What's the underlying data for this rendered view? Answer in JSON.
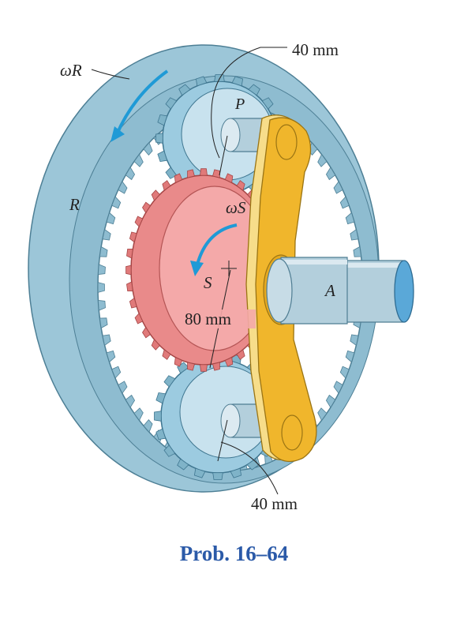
{
  "labels": {
    "omega_r": "ωR",
    "r_label": "R",
    "p_label": "P",
    "omega_s": "ωS",
    "s_label": "S",
    "a_label": "A",
    "dim_top": "40 mm",
    "dim_mid": "80 mm",
    "dim_bottom": "40 mm"
  },
  "caption": "Prob. 16–64",
  "colors": {
    "ring": "#a9cfdf",
    "ring_dark": "#7fb3c8",
    "sun": "#f2a0a0",
    "sun_dark": "#e07a7a",
    "planet": "#a8d0e4",
    "arm": "#f0b62c",
    "arm_edge": "#f7dd8a",
    "shaft": "#b3cfdc",
    "arrow": "#1f9ad6",
    "caption": "#2b5aa8"
  }
}
